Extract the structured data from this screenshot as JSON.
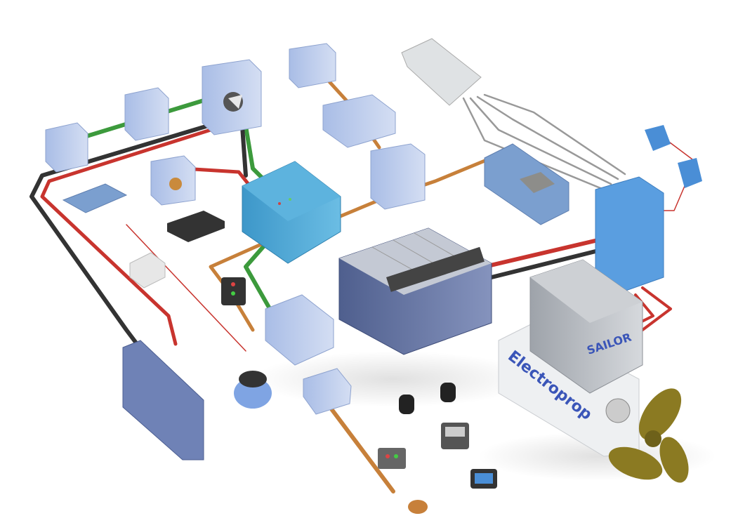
{
  "title": "Electric boat propulsion system exploded view",
  "motor": {
    "brand_label": "SAILOR"
  },
  "mount": {
    "brand_label": "Electroprop"
  },
  "colors": {
    "background": "#ffffff",
    "junction_box": "#b9c9ea",
    "charger_blue": "#4aa7d6",
    "battery": "#5f6f9c",
    "cable_red": "#c8342e",
    "cable_black": "#333333",
    "cable_green": "#3c9a3c",
    "cable_copper": "#c7803a",
    "propeller": "#8b7a22",
    "motor_steel": "#b8bcc2"
  }
}
